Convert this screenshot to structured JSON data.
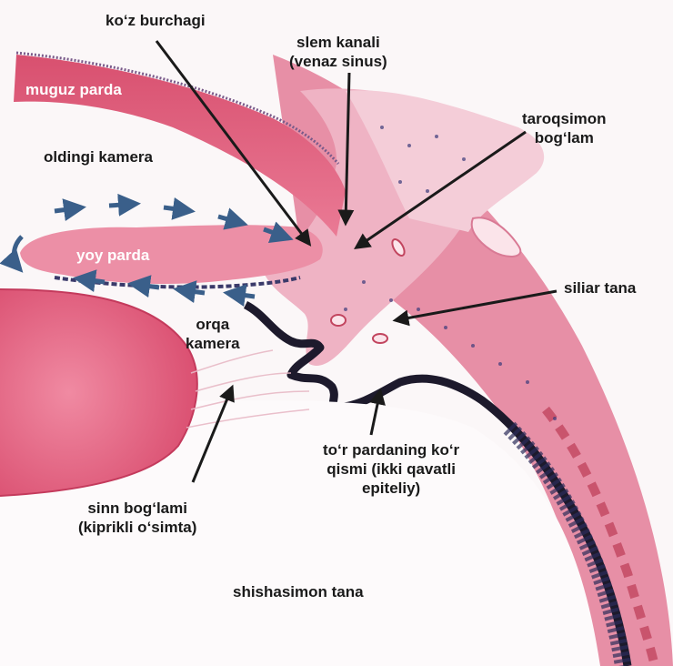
{
  "labels": {
    "koz_burchagi": "ko‘z burchagi",
    "slem_kanali": [
      "slem kanali",
      "(venaz sinus)"
    ],
    "taroqsimon": [
      "taroqsimon",
      "bog‘lam"
    ],
    "muguz_parda": "muguz parda",
    "oldingi_kamera": "oldingi kamera",
    "yoy_parda": "yoy parda",
    "siliar_tana": "siliar tana",
    "orqa_kamera": [
      "orqa",
      "kamera"
    ],
    "tor_parda": [
      "to‘r pardaning ko‘r",
      "qismi (ikki qavatli",
      "epiteliy)"
    ],
    "sinn_boglami": [
      "sinn bog‘lami",
      "(kiprikli o‘simta)"
    ],
    "shishasimon_tana": "shishasimon tana"
  },
  "colors": {
    "cornea": "#e35a7a",
    "tissue": "#e9a0b4",
    "tissue_light": "#f2c6d2",
    "lens": "#e4607e",
    "pigment": "#1d1a2c",
    "nuclei": "#3a3a7a",
    "arrow": "#1a1a1a",
    "flow_arrow": "#3a5f8a"
  }
}
